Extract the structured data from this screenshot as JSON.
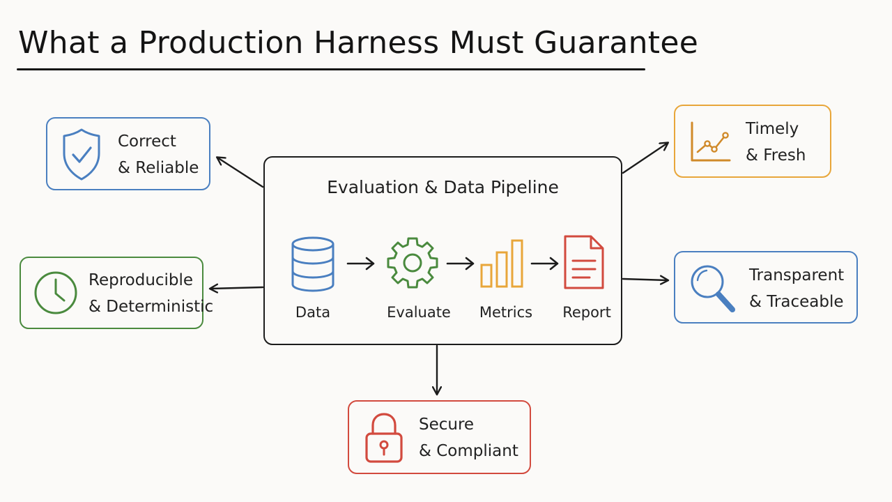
{
  "title": "What a Production Harness Must Guarantee",
  "pipeline": {
    "title": "Evaluation & Data Pipeline",
    "stages": [
      {
        "label": "Data",
        "icon": "database-icon"
      },
      {
        "label": "Evaluate",
        "icon": "gear-icon"
      },
      {
        "label": "Metrics",
        "icon": "bar-chart-icon"
      },
      {
        "label": "Report",
        "icon": "document-icon"
      }
    ]
  },
  "guarantees": {
    "correct": {
      "line1": "Correct",
      "line2": "& Reliable",
      "icon": "shield-check-icon",
      "color": "#4a7fc0"
    },
    "reproducible": {
      "line1": "Reproducible",
      "line2": "& Deterministic",
      "icon": "clock-icon",
      "color": "#4a8a3e"
    },
    "timely": {
      "line1": "Timely",
      "line2": "& Fresh",
      "icon": "line-chart-icon",
      "color": "#e8a63a"
    },
    "transparent": {
      "line1": "Transparent",
      "line2": "& Traceable",
      "icon": "magnifier-icon",
      "color": "#4a7fc0"
    },
    "secure": {
      "line1": "Secure",
      "line2": "& Compliant",
      "icon": "padlock-icon",
      "color": "#d24a3e"
    }
  }
}
